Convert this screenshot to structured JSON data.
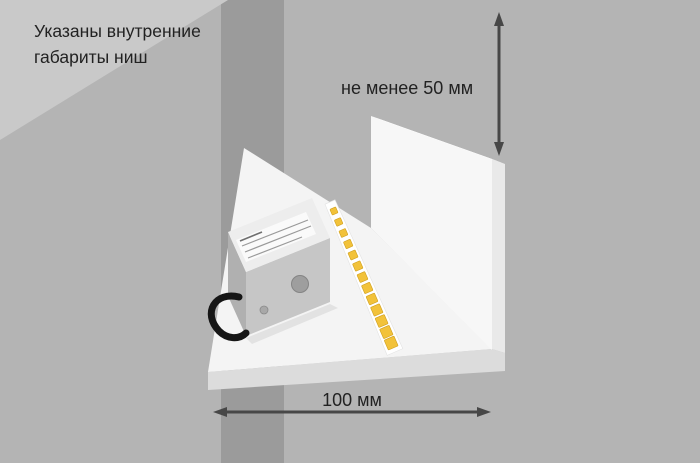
{
  "note": {
    "text": "Указаны внутренние\nгабариты ниш"
  },
  "dimensions": {
    "min_height_label": "не менее 50 мм",
    "depth_label": "100 мм"
  },
  "illustration": {
    "led_count": 13
  },
  "colors": {
    "wall": "#b4b4b4",
    "wall_dark": "#9b9b9b",
    "ceiling": "#c9c9c9",
    "shelf": "#f4f4f4",
    "shelf_edge": "#dcdcdc",
    "panel_face": "#f7f7f7",
    "panel_top": "#ffffff",
    "panel_side": "#e9e9e9",
    "driver_top": "#ededed",
    "driver_front": "#c6c6c6",
    "driver_side": "#b0b0b0",
    "strip": "#ffffff",
    "led": "#f2c23a",
    "led_border": "#cf9f1e",
    "cable": "#161616",
    "arrow": "#474747",
    "text": "#222222"
  }
}
